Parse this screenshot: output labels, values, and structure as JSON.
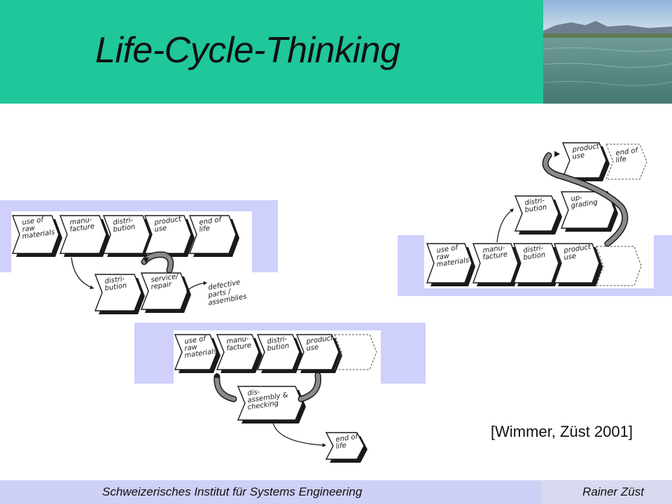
{
  "slide": {
    "title": "Life-Cycle-Thinking",
    "citation": "[Wimmer, Züst 2001]"
  },
  "footer": {
    "institute": "Schweizerisches Institut für Systems Engineering",
    "author": "Rainer Züst"
  },
  "colors": {
    "header_green": "#1fc79a",
    "band_lavender": "#cfd0fb",
    "footer_lavender": "#ced0f5"
  },
  "diagrams": {
    "repair": {
      "stages": [
        [
          "use of",
          "raw",
          "materials"
        ],
        [
          "manu-",
          "facture"
        ],
        [
          "distri-",
          "bution"
        ],
        [
          "product",
          "use"
        ],
        [
          "end of",
          "life"
        ]
      ],
      "loop": [
        [
          "distri-",
          "bution"
        ],
        [
          "service/",
          "repair"
        ]
      ],
      "note": [
        "defective",
        "parts /",
        "assemblies"
      ]
    },
    "disassembly": {
      "stages": [
        [
          "use of",
          "raw",
          "materials"
        ],
        [
          "manu-",
          "facture"
        ],
        [
          "distri-",
          "bution"
        ],
        [
          "product",
          "use"
        ]
      ],
      "loop": [
        [
          "dis-",
          "assembly &",
          "checking"
        ]
      ],
      "end": [
        [
          "end of",
          "life"
        ]
      ]
    },
    "upgrading": {
      "stages": [
        [
          "use of",
          "raw",
          "materials"
        ],
        [
          "manu-",
          "facture"
        ],
        [
          "distri-",
          "bution"
        ],
        [
          "product",
          "use"
        ]
      ],
      "middle": [
        [
          "distri-",
          "bution"
        ],
        [
          "up-",
          "grading"
        ]
      ],
      "top": [
        [
          "product",
          "use"
        ],
        [
          "end of",
          "life"
        ]
      ]
    }
  }
}
